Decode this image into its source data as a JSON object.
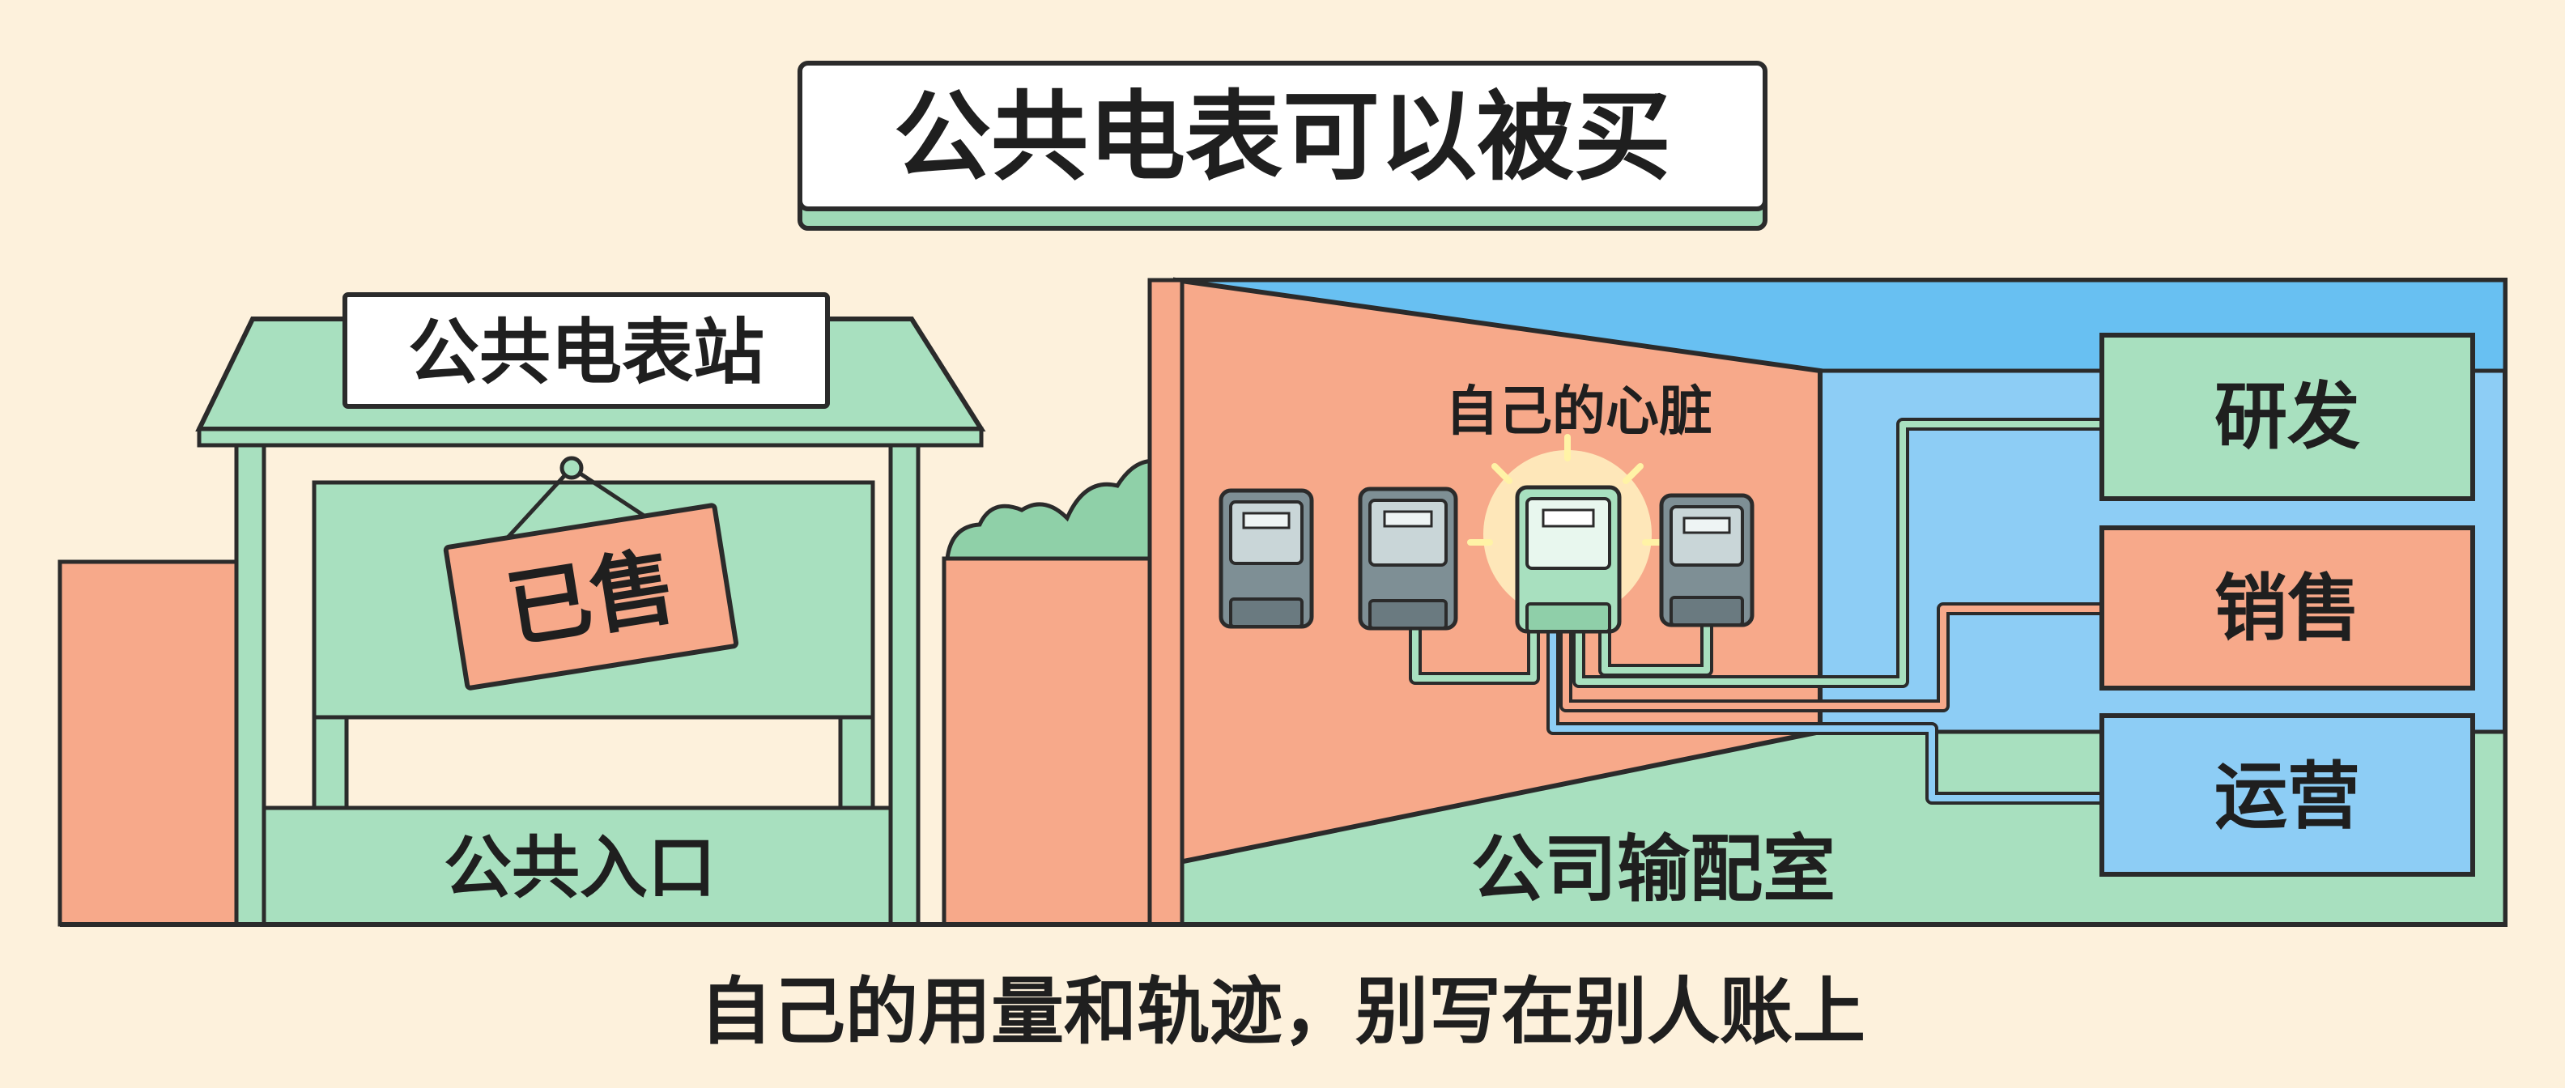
{
  "title": "公共电表可以被买",
  "left": {
    "station_sign": "公共电表站",
    "sold_sign": "已售",
    "entrance_label": "公共入口"
  },
  "right": {
    "heart_label": "自己的心脏",
    "room_label": "公司输配室",
    "departments": [
      {
        "label": "研发",
        "color": "#a8e0bf"
      },
      {
        "label": "销售",
        "color": "#f7a98a"
      },
      {
        "label": "运营",
        "color": "#8dcdf5"
      }
    ]
  },
  "caption": "自己的用量和轨迹，别写在别人账上",
  "colors": {
    "background": "#fdf1dc",
    "mint": "#a8e0bf",
    "salmon": "#f7a98a",
    "sky": "#8dcdf5",
    "outline": "#2b2b2b"
  },
  "icons": [
    "electric-meter-icon",
    "bush-icon",
    "glow-icon"
  ]
}
